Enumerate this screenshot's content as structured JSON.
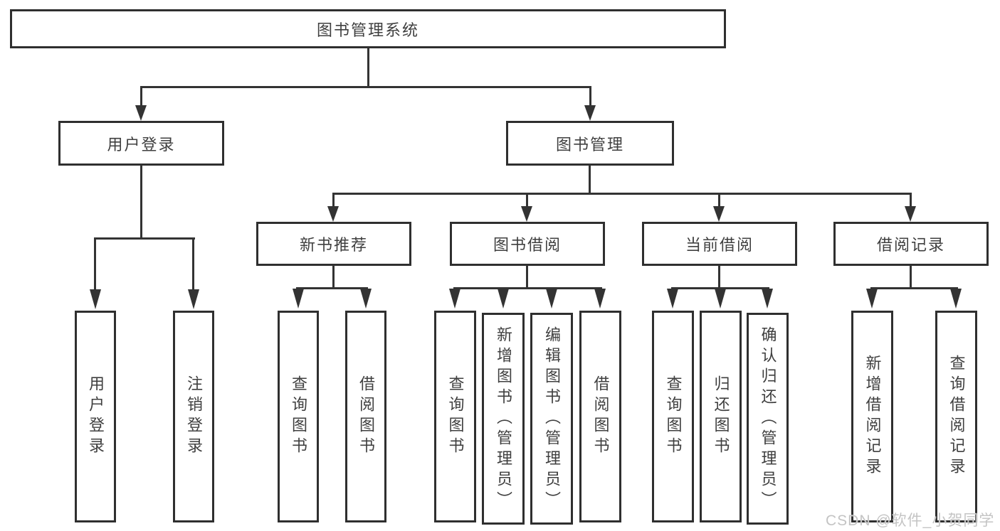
{
  "tree": {
    "root": {
      "label": "图书管理系统",
      "children": {
        "user_login": {
          "label": "用户登录",
          "children": {
            "login": {
              "label": "用户登录"
            },
            "logout": {
              "label": "注销登录"
            }
          }
        },
        "book_management": {
          "label": "图书管理",
          "children": {
            "new_book_recommend": {
              "label": "新书推荐",
              "children": {
                "query_book": {
                  "label": "查询图书"
                },
                "borrow_book": {
                  "label": "借阅图书"
                }
              }
            },
            "book_borrowing": {
              "label": "图书借阅",
              "children": {
                "query_book": {
                  "label": "查询图书"
                },
                "add_book_admin": {
                  "label": "新增图书（管理员）"
                },
                "edit_book_admin": {
                  "label": "编辑图书（管理员）"
                },
                "borrow_book": {
                  "label": "借阅图书"
                }
              }
            },
            "current_borrowing": {
              "label": "当前借阅",
              "children": {
                "query_book": {
                  "label": "查询图书"
                },
                "return_book": {
                  "label": "归还图书"
                },
                "confirm_return_admin": {
                  "label": "确认归还（管理员）"
                }
              }
            },
            "borrowing_records": {
              "label": "借阅记录",
              "children": {
                "add_borrowing_record": {
                  "label": "新增借阅记录"
                },
                "query_borrowing_record": {
                  "label": "查询借阅记录"
                }
              }
            }
          }
        }
      }
    }
  },
  "watermark": {
    "text": "CSDN @软件_小贺同学"
  },
  "colors": {
    "line": "#333333",
    "border": "#2f2f2f",
    "text": "#3f3f3f",
    "background": "#ffffff",
    "watermark": "#c4c4c4"
  }
}
